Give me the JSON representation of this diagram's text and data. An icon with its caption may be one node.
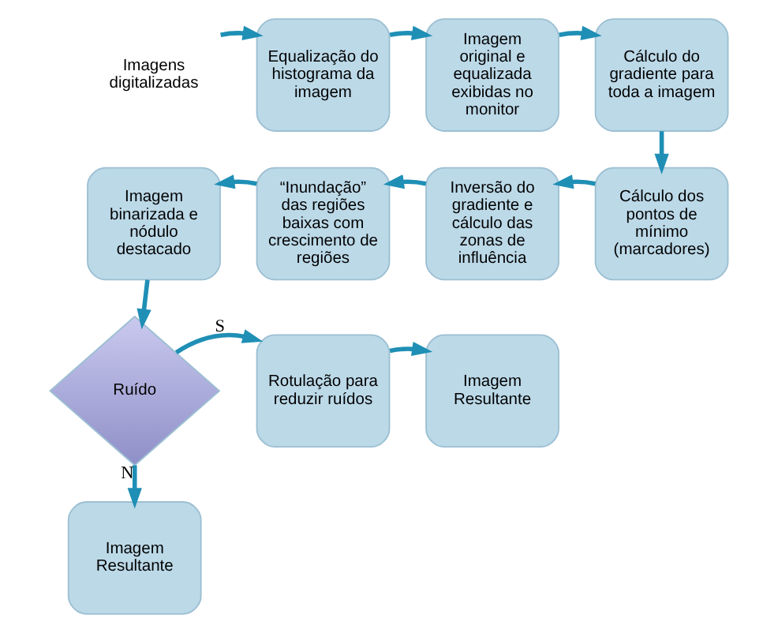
{
  "diagram": {
    "nodes": [
      {
        "text": [
          "Imagens digitalizadas"
        ]
      },
      {
        "text": [
          "Equalização do histograma da imagem"
        ]
      },
      {
        "text": [
          "Imagem original e equalizada exibidas no monitor"
        ]
      },
      {
        "text": [
          "Cálculo do gradiente para toda a imagem"
        ]
      },
      {
        "text": [
          "Cálculo dos pontos de mínimo (marcadores)"
        ]
      },
      {
        "text": [
          "Inversão do gradiente e cálculo das zonas de influência"
        ]
      },
      {
        "text": [
          "“Inundação” das regiões baixas com crescimento de regiões"
        ]
      },
      {
        "text": [
          "Imagem binarizada e nódulo destacado"
        ]
      },
      {
        "text": [
          "Ruído"
        ]
      },
      {
        "text": [
          "Rotulação para reduzir ruídos"
        ]
      },
      {
        "text": [
          "Imagem Resultante"
        ]
      },
      {
        "text": [
          "Imagem Resultante"
        ]
      }
    ],
    "edges": [
      {
        "from": 0,
        "to": 1,
        "arrow": "to"
      },
      {
        "from": 1,
        "to": 2,
        "arrow": "to"
      },
      {
        "from": 2,
        "to": 3,
        "arrow": "to"
      },
      {
        "from": 3,
        "to": 4,
        "arrow": "to"
      },
      {
        "from": 4,
        "to": 5,
        "arrow": "to"
      },
      {
        "from": 5,
        "to": 6,
        "arrow": "to"
      },
      {
        "from": 6,
        "to": 7,
        "arrow": "to"
      },
      {
        "from": 7,
        "to": 8,
        "arrow": "to"
      },
      {
        "from": 8,
        "to": 9,
        "arrow": "to",
        "label": "S"
      },
      {
        "from": 9,
        "to": 10,
        "arrow": "to"
      },
      {
        "from": 8,
        "to": 11,
        "arrow": "to",
        "label": "N"
      }
    ]
  }
}
